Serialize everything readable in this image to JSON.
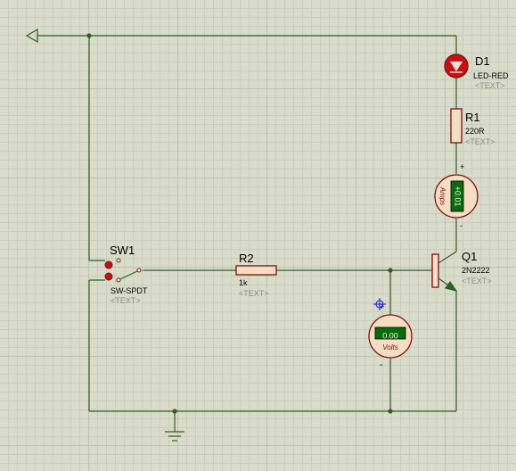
{
  "colors": {
    "wire": "#2f5f1f",
    "component_outline": "#7a1010",
    "component_fill": "#f3ddc3",
    "led_fill": "#c41212",
    "meter_display": "#0b6a0b",
    "meter_digits": "#e8ffe8",
    "ref_text": "#000000",
    "value_text": "#000000",
    "placeholder_text": "#8a8a8a",
    "probe": "#2424d0"
  },
  "components": {
    "d1": {
      "ref": "D1",
      "value": "LED-RED",
      "text": "<TEXT>"
    },
    "r1": {
      "ref": "R1",
      "value": "220R",
      "text": "<TEXT>"
    },
    "r2": {
      "ref": "R2",
      "value": "1k",
      "text": "<TEXT>"
    },
    "q1": {
      "ref": "Q1",
      "value": "2N2222",
      "text": "<TEXT>"
    },
    "sw1": {
      "ref": "SW1",
      "value": "SW-SPDT",
      "text": "<TEXT>"
    },
    "ammeter": {
      "reading": "+0.01",
      "unit": "Amps",
      "plus": "+",
      "minus": "-"
    },
    "voltmeter": {
      "reading": "0.00",
      "unit": "Volts",
      "plus": "+",
      "minus": "-"
    }
  },
  "icons": {
    "power_terminal": "power-terminal-icon",
    "ground": "ground-icon",
    "probe": "probe-crosshair-icon"
  }
}
